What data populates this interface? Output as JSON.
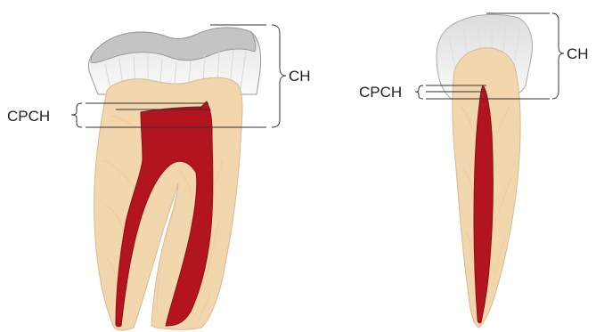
{
  "labels": {
    "molar_crown_height": "CH",
    "molar_cpch": "CPCH",
    "incisor_crown_height": "CH",
    "incisor_cpch": "CPCH"
  },
  "colors": {
    "enamel": "#f1f1f1",
    "enamel_top": "#c9c9c9",
    "dentin": "#f2d6ad",
    "dentin_stroke": "#d9b98e",
    "pulp": "#b3151f",
    "pulp_dark": "#8d0e16",
    "line": "#333333"
  }
}
